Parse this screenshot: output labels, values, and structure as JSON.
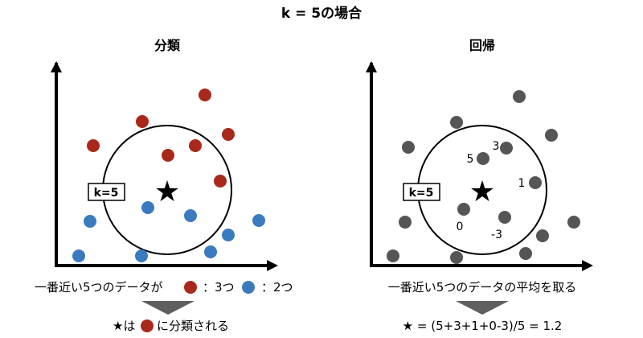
{
  "title": "k = 5の場合",
  "colors": {
    "red": "#a8291b",
    "blue": "#3a7bbf",
    "gray": "#555555",
    "arrow": "#5f5f5f"
  },
  "left": {
    "title": "分類",
    "k_label": "k=5",
    "caption_prefix": "一番近い5つのデータが",
    "caption_red_count": "：3つ",
    "caption_blue_count": "：2つ",
    "result_prefix": "★は",
    "result_suffix": "に分類される"
  },
  "right": {
    "title": "回帰",
    "k_label": "k=5",
    "value_labels": [
      "5",
      "3",
      "1",
      "0",
      "-3"
    ],
    "caption": "一番近い5つのデータの平均を取る",
    "result": "★ = (5+3+1+0-3)/5 = 1.2"
  }
}
